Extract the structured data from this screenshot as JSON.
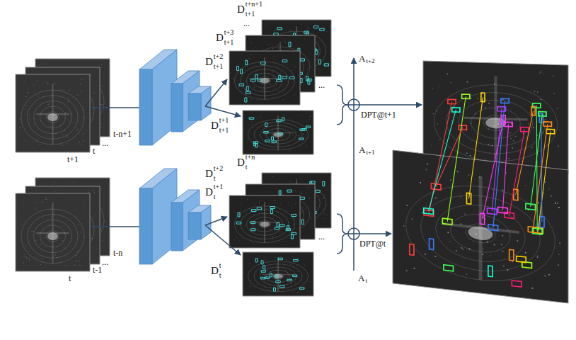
{
  "diagram": {
    "labels": [
      "D",
      "t+n+1",
      "t+1",
      "...",
      "D",
      "t+3",
      "t+1",
      "D",
      "t+2",
      "t+1",
      "...",
      "A",
      "t+2",
      "DPT@t+1",
      "D",
      "t+1",
      "t+1",
      "A",
      "t+1",
      "t+1",
      "t",
      "...",
      "t-n+1",
      "D",
      "t+n",
      "t",
      "D",
      "t+2",
      "t",
      "D",
      "t+1",
      "t",
      "...",
      "DPT@t",
      "D",
      "t",
      "t",
      "A",
      "t",
      "t",
      "t-1",
      "...",
      "t-n"
    ]
  }
}
